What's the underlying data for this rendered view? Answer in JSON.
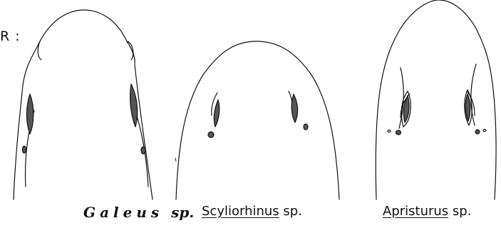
{
  "partial_label": "R :",
  "specimens": [
    {
      "genus": "Galeus",
      "species_abbr": "sp."
    },
    {
      "genus": "Scyliorhinus",
      "species_abbr": "sp."
    },
    {
      "genus": "Apristurus",
      "species_abbr": "sp."
    }
  ],
  "colors": {
    "ink": "#111111",
    "fill": "#555555",
    "background": "#ffffff"
  }
}
